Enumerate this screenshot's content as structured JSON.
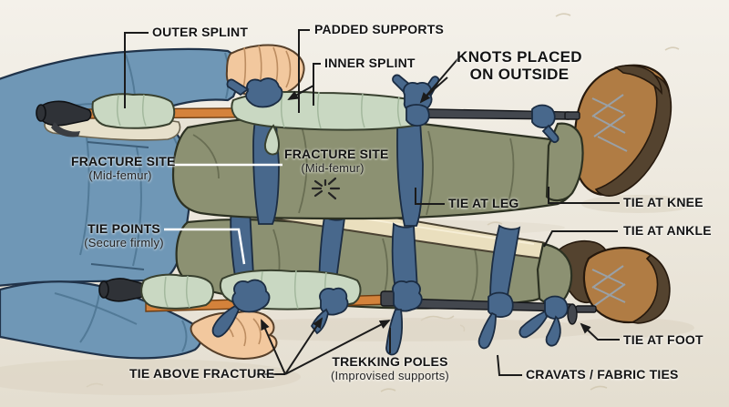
{
  "colors": {
    "background": "#efebe2",
    "jacket": "#6f97b6",
    "jacket_shadow": "#4d7492",
    "pants": "#8c9172",
    "pants_shadow": "#60654b",
    "skin": "#f2c89e",
    "tie": "#48688c",
    "pad": "#c9d8c2",
    "pole_orange": "#d4823b",
    "pole_dark": "#43474e",
    "boot_tan": "#b07c44",
    "boot_dark": "#54432f",
    "splint_cream": "#eadfbe",
    "label_text": "#141414",
    "connector": "#1b1b1b",
    "connector_white": "#ffffff"
  },
  "labels": {
    "outer_splint": "OUTER SPLINT",
    "padded_supports": "PADDED SUPPORTS",
    "inner_splint": "INNER SPLINT",
    "knots_placed": {
      "line1": "KNOTS PLACED",
      "line2": "ON OUTSIDE"
    },
    "fracture_site_left": {
      "title": "FRACTURE SITE",
      "subtitle": "(Mid-femur)"
    },
    "fracture_site_right": {
      "title": "FRACTURE SITE",
      "subtitle": "(Mid-femur)"
    },
    "tie_points": {
      "title": "TIE POINTS",
      "subtitle": "(Secure firmly)"
    },
    "tie_at_leg": "TIE AT LEG",
    "tie_at_knee": "TIE AT KNEE",
    "tie_at_ankle": "TIE AT ANKLE",
    "tie_at_foot": "TIE AT FOOT",
    "tie_above_fracture": "TIE ABOVE FRACTURE",
    "trekking_poles": {
      "title": "TREKKING POLES",
      "subtitle": "(Improvised supports)"
    },
    "cravats": "CRAVATS / FABRIC TIES"
  }
}
